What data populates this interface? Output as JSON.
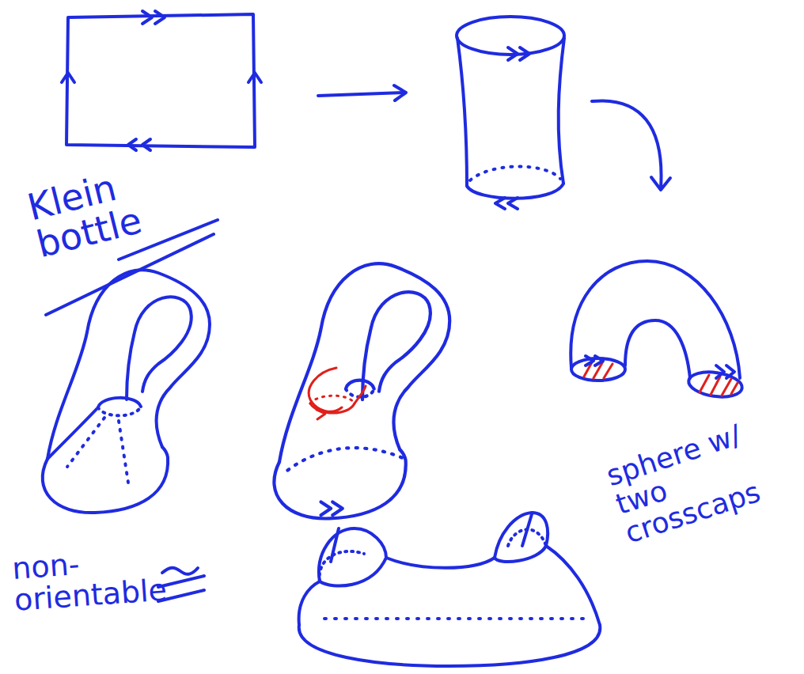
{
  "diagram": {
    "labels": [
      "Klein bottle",
      "non-orientable",
      "sphere w/ two crosscaps"
    ]
  }
}
